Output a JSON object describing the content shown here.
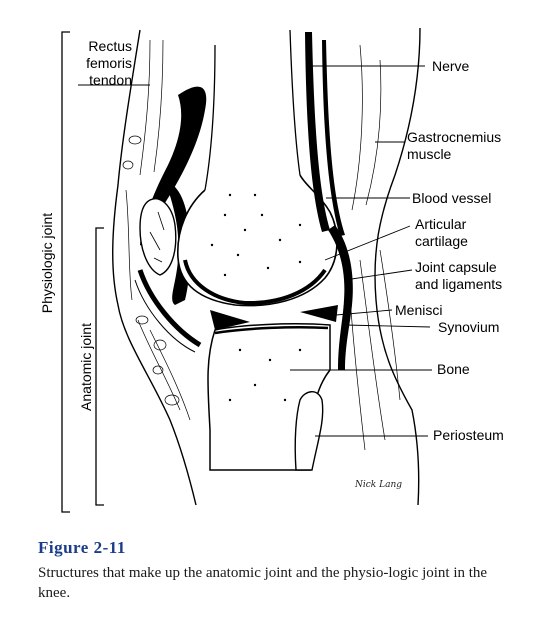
{
  "labels": {
    "rectus_femoris_tendon": [
      "Rectus",
      "femoris",
      "tendon"
    ],
    "nerve": "Nerve",
    "gastrocnemius_muscle": [
      "Gastrocnemius",
      "muscle"
    ],
    "blood_vessel": "Blood vessel",
    "articular_cartilage": [
      "Articular",
      "cartilage"
    ],
    "joint_capsule": [
      "Joint capsule",
      "and ligaments"
    ],
    "menisci": "Menisci",
    "synovium": "Synovium",
    "bone": "Bone",
    "periosteum": "Periosteum",
    "physiologic_joint": "Physiologic joint",
    "anatomic_joint": "Anatomic joint"
  },
  "signature": "Nick Lang",
  "figure": {
    "title": "Figure 2-11",
    "caption": "Structures that make up the anatomic joint and the physio-logic joint in the knee."
  }
}
